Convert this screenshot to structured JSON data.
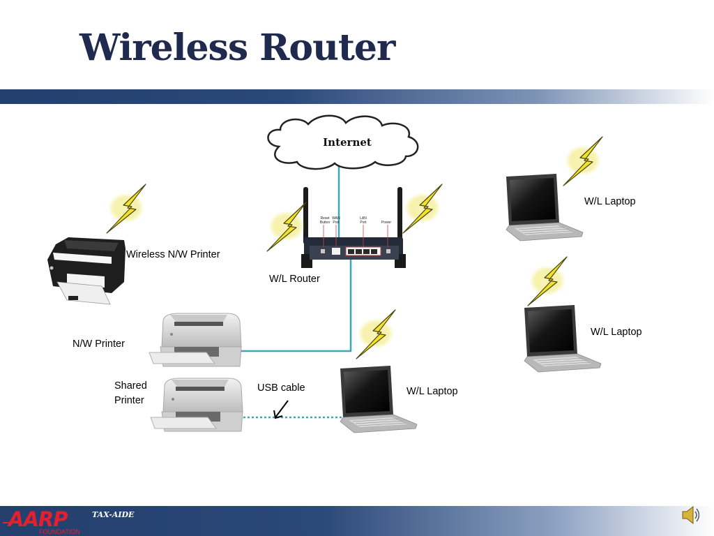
{
  "slide": {
    "title": "Wireless Router"
  },
  "diagram": {
    "cloud_label": "Internet",
    "router_ports": {
      "reset": [
        "Reset",
        "Button"
      ],
      "wan": [
        "WAN",
        "Port"
      ],
      "lan": [
        "LAN",
        "Port"
      ],
      "power": "Power"
    },
    "labels": {
      "wireless_printer": "Wireless N/W Printer",
      "router": "W/L Router",
      "nw_printer": "N/W Printer",
      "shared_printer": [
        "Shared",
        "Printer"
      ],
      "usb_cable": "USB cable",
      "laptop_top": "W/L Laptop",
      "laptop_middle": "W/L Laptop",
      "laptop_bottom": "W/L Laptop"
    },
    "colors": {
      "cable": "#3aa6b9",
      "bolt": "#f1e32a",
      "bolt_glow": "#f4ee9a"
    },
    "icons": [
      "cloud-icon",
      "router-icon",
      "printer-icon",
      "laptop-icon",
      "lightning-bolt-icon"
    ]
  },
  "footer": {
    "logo_text": "AARP",
    "logo_subtext": "FOUNDATION",
    "subtitle": "TAX-AIDE"
  },
  "controls": {
    "audio_icon": "speaker-icon"
  }
}
